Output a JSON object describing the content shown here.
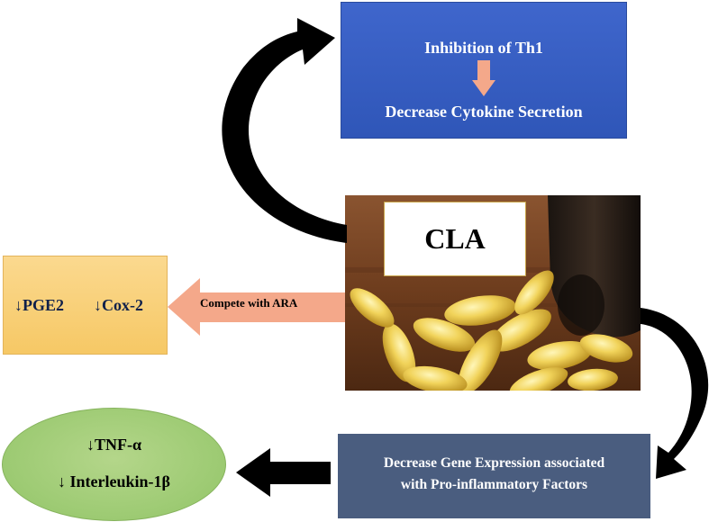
{
  "top_box": {
    "line1": "Inhibition of Th1",
    "line2": "Decrease Cytokine Secretion"
  },
  "center": {
    "label": "CLA"
  },
  "left_box": {
    "item1": "↓PGE2",
    "item2": "↓Cox-2"
  },
  "compete_arrow": {
    "label": "Compete with ARA"
  },
  "bottom_box": {
    "line1": "Decrease Gene Expression associated",
    "line2": "with Pro-inflammatory Factors"
  },
  "green_ellipse": {
    "line1": "↓TNF-α",
    "line2": "↓ Interleukin-1β"
  },
  "colors": {
    "top_box": "#3561c2",
    "left_box": "#f8cf74",
    "compete_arrow": "#f4a88a",
    "bottom_box": "#4a5d7f",
    "green_ellipse": "#a3ce7a",
    "curved_arrows": "#000000"
  }
}
